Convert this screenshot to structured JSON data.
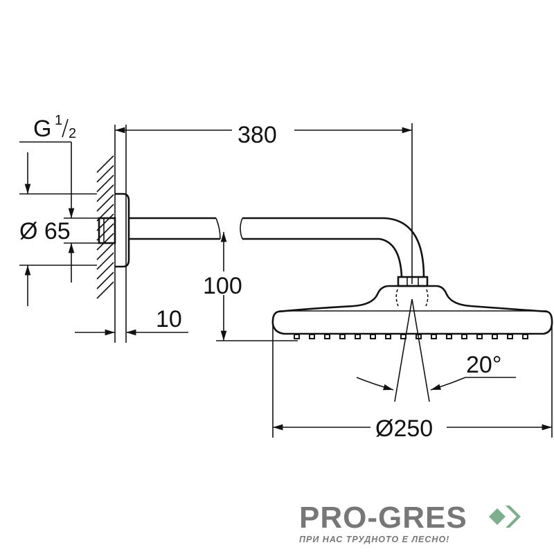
{
  "dimensions": {
    "thread": "G",
    "thread_num": "1",
    "thread_den": "2",
    "flange_diameter": "Ø 65",
    "arm_length": "380",
    "drop_height": "100",
    "flange_depth": "10",
    "spray_angle": "20°",
    "head_diameter": "Ø250"
  },
  "logo": {
    "name": "PRO-GRES",
    "tagline": "ПРИ НАС ТРУДНОТО Е ЛЕСНО!",
    "color": "#777777",
    "accent": "#7fae8c"
  }
}
